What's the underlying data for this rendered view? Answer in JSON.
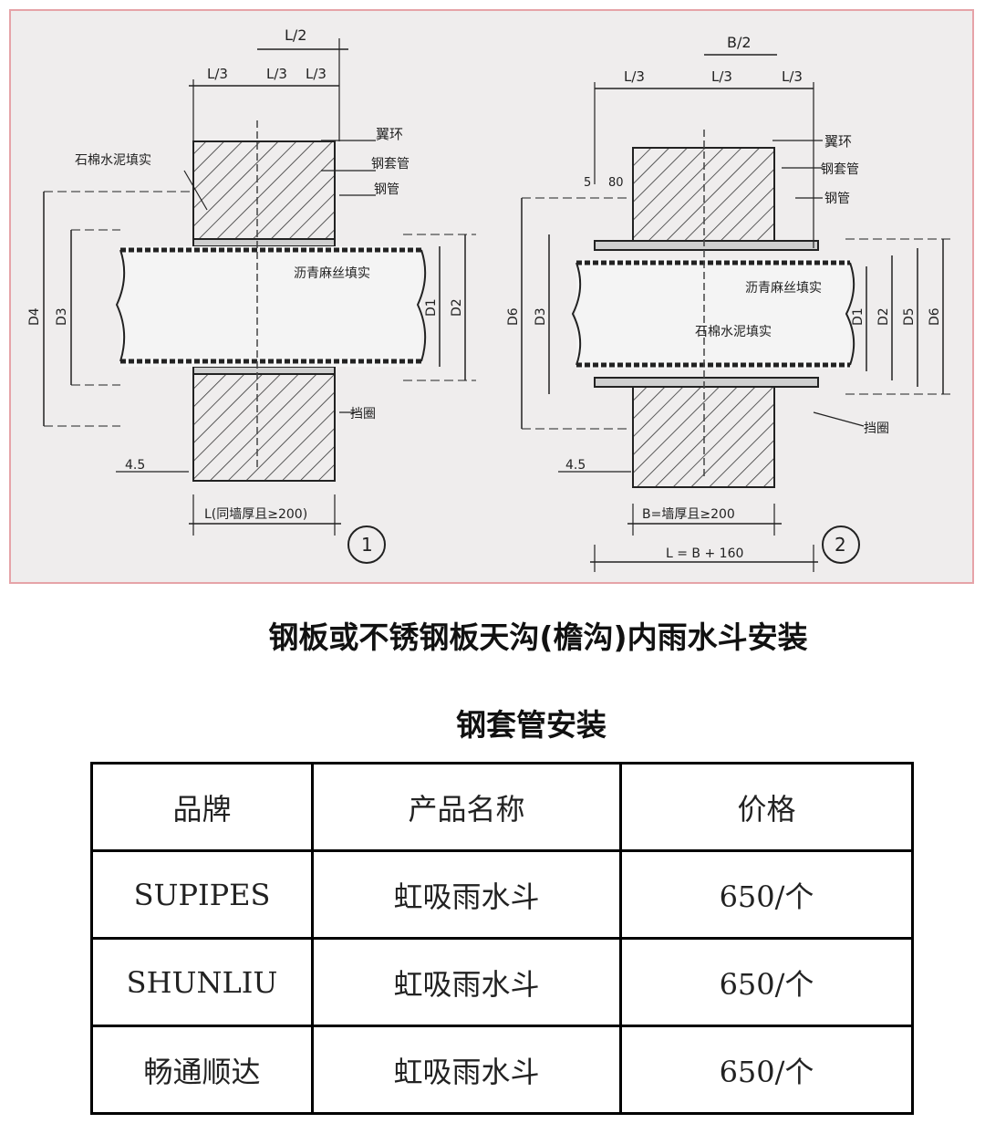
{
  "figure": {
    "left": {
      "labels": {
        "l_half": "L/2",
        "l3_a": "L/3",
        "l3_b": "L/3",
        "l3_c": "L/3",
        "wing_ring": "翼环",
        "steel_sleeve": "钢套管",
        "steel_pipe": "钢管",
        "asbestos": "石棉水泥填实",
        "hemp": "沥青麻丝填实",
        "retainer": "挡圈",
        "d4": "D4",
        "d3": "D3",
        "d1": "D1",
        "d2": "D2",
        "weld": "4.5",
        "length_note": "L(同墙厚且≥200)",
        "number": "1"
      }
    },
    "right": {
      "labels": {
        "b_half": "B/2",
        "l3_a": "L/3",
        "l3_b": "L/3",
        "l3_c": "L/3",
        "wing_ring": "翼环",
        "steel_sleeve": "钢套管",
        "steel_pipe": "钢管",
        "hemp": "沥青麻丝填实",
        "asbestos": "石棉水泥填实",
        "retainer": "挡圈",
        "d6": "D6",
        "d3": "D3",
        "d1": "D1",
        "d2": "D2",
        "d5": "D5",
        "d6b": "D6",
        "five": "5",
        "eighty": "80",
        "weld": "4.5",
        "b_note": "B=墙厚且≥200",
        "l_note": "L = B + 160",
        "number": "2"
      }
    }
  },
  "captions": {
    "title": "钢板或不锈钢板天沟(檐沟)内雨水斗安装",
    "subtitle": "钢套管安装"
  },
  "table": {
    "headers": [
      "品牌",
      "产品名称",
      "价格"
    ],
    "rows": [
      [
        "SUPIPES",
        "虹吸雨水斗",
        "650/个"
      ],
      [
        "SHUNLIU",
        "虹吸雨水斗",
        "650/个"
      ],
      [
        "畅通顺达",
        "虹吸雨水斗",
        "650/个"
      ]
    ]
  }
}
